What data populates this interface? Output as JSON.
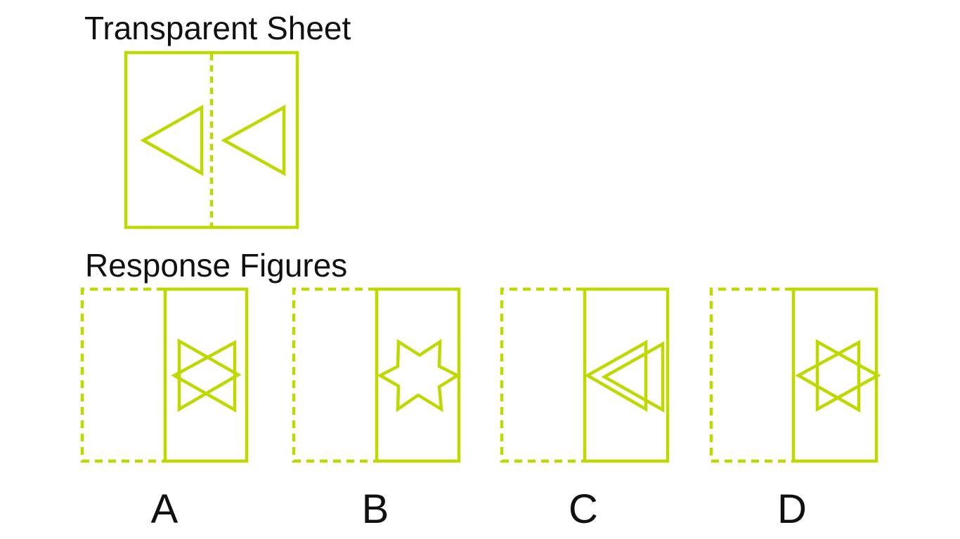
{
  "question": {
    "transparent_sheet_label": "Transparent Sheet",
    "response_figures_label": "Response Figures"
  },
  "colors": {
    "stroke": "#bfd800",
    "text": "#111111",
    "background": "#ffffff"
  },
  "transparent_sheet": {
    "outline": "rectangle with dashed vertical fold line at center",
    "shapes": [
      "left-pointing triangle (left half)",
      "left-pointing triangle (right half)"
    ]
  },
  "options": [
    {
      "label": "A",
      "description": "Two overlapping triangles (bow-tie / hourglass shape) in right half"
    },
    {
      "label": "B",
      "description": "Six-pointed star outline in right half"
    },
    {
      "label": "C",
      "description": "Two overlapping left-pointing triangles in right half"
    },
    {
      "label": "D",
      "description": "Star of David (two interlaced triangles) in right half"
    }
  ]
}
